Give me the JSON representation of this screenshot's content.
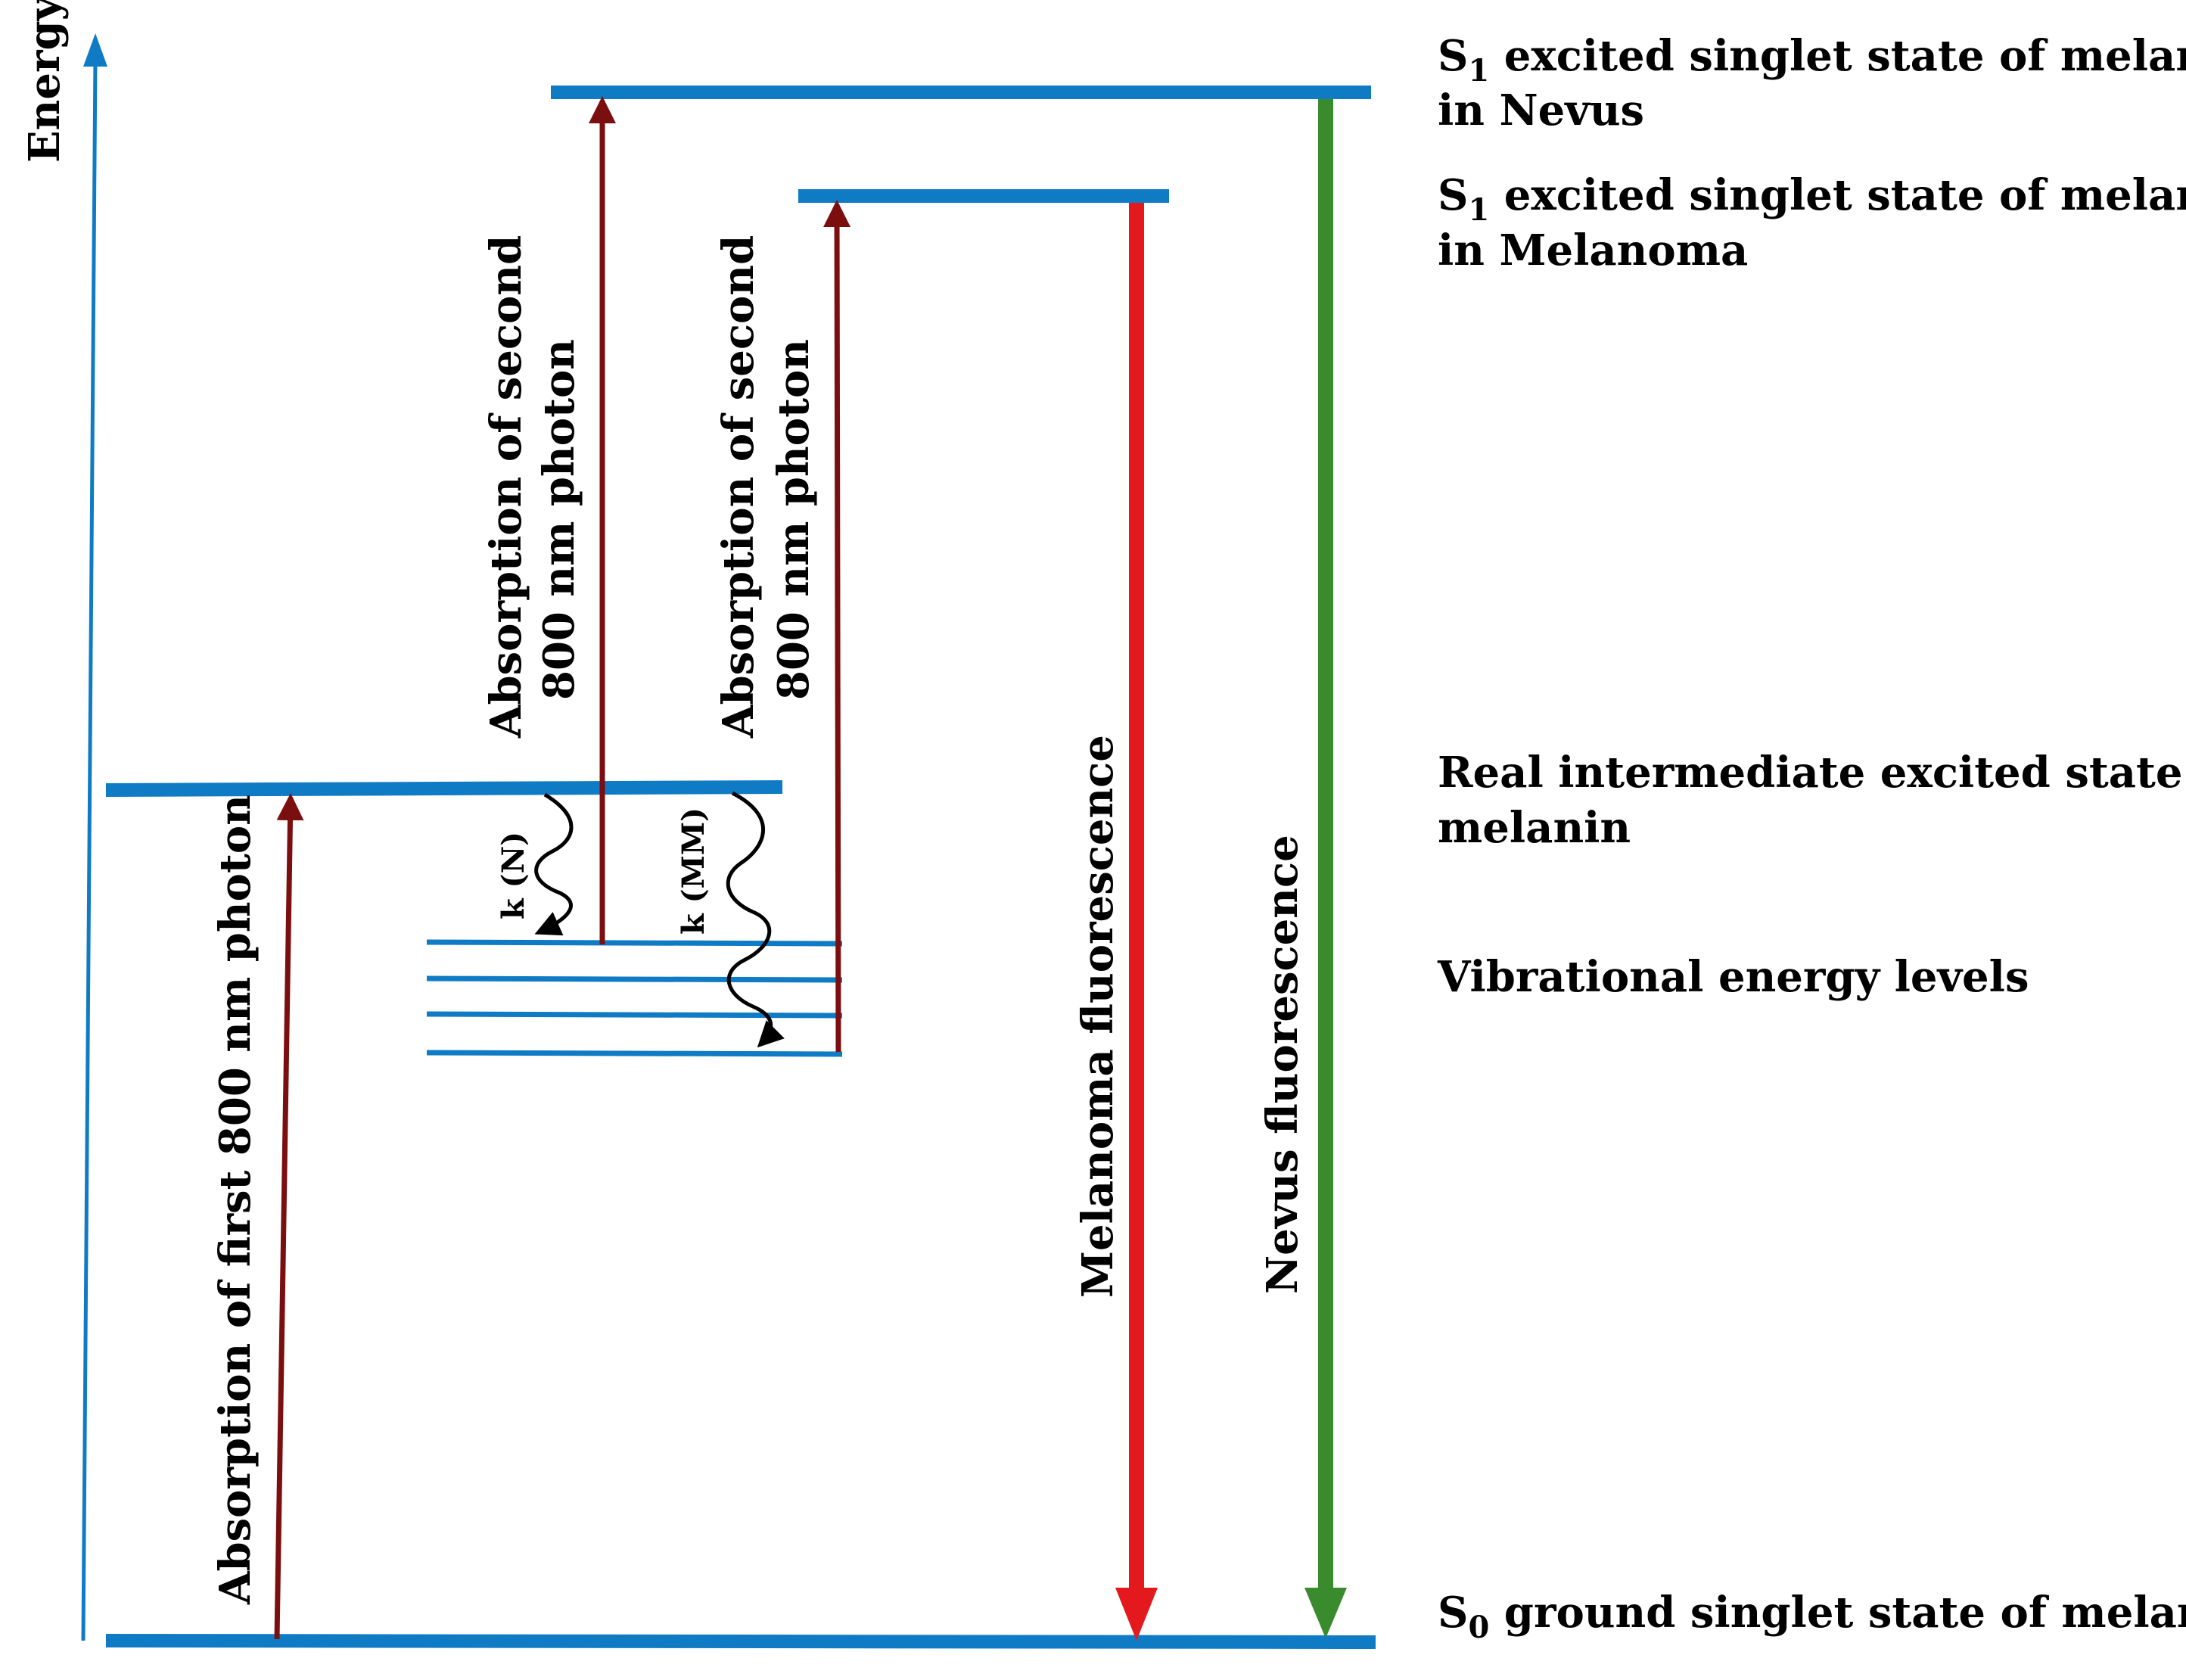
{
  "axis": {
    "label": "Energy"
  },
  "levels": {
    "s1_nevus": {
      "prefix": "S",
      "sub": "1",
      "line1": " excited  singlet state of melanin",
      "line2": "in Nevus"
    },
    "s1_melanoma": {
      "prefix": "S",
      "sub": "1",
      "line1": " excited  singlet state of melanin",
      "line2": "in Melanoma"
    },
    "intermediate": {
      "line1": "Real intermediate excited state of",
      "line2": "melanin"
    },
    "vibrational": {
      "line1": "Vibrational energy levels"
    },
    "s0": {
      "prefix": "S",
      "sub": "0",
      "line1": " ground singlet state of melanin"
    }
  },
  "transitions": {
    "first_absorption": "Absorption of  first 800 nm photon",
    "second_absorption_n": {
      "line1": "Absorption of second",
      "line2": "800 nm photon"
    },
    "second_absorption_mm": {
      "line1": "Absorption of second",
      "line2": "800 nm photon"
    },
    "k_n": "k (N)",
    "k_mm": "k (MM)",
    "melanoma_fluorescence": "Melanoma fluorescence",
    "nevus_fluorescence": "Nevus  fluorescence"
  },
  "colors": {
    "level_line": "#0f7bc4",
    "absorption_arrow": "#7b0e0e",
    "melanoma_arrow": "#e3191e",
    "nevus_arrow": "#3a8a2e",
    "text": "#000000"
  }
}
